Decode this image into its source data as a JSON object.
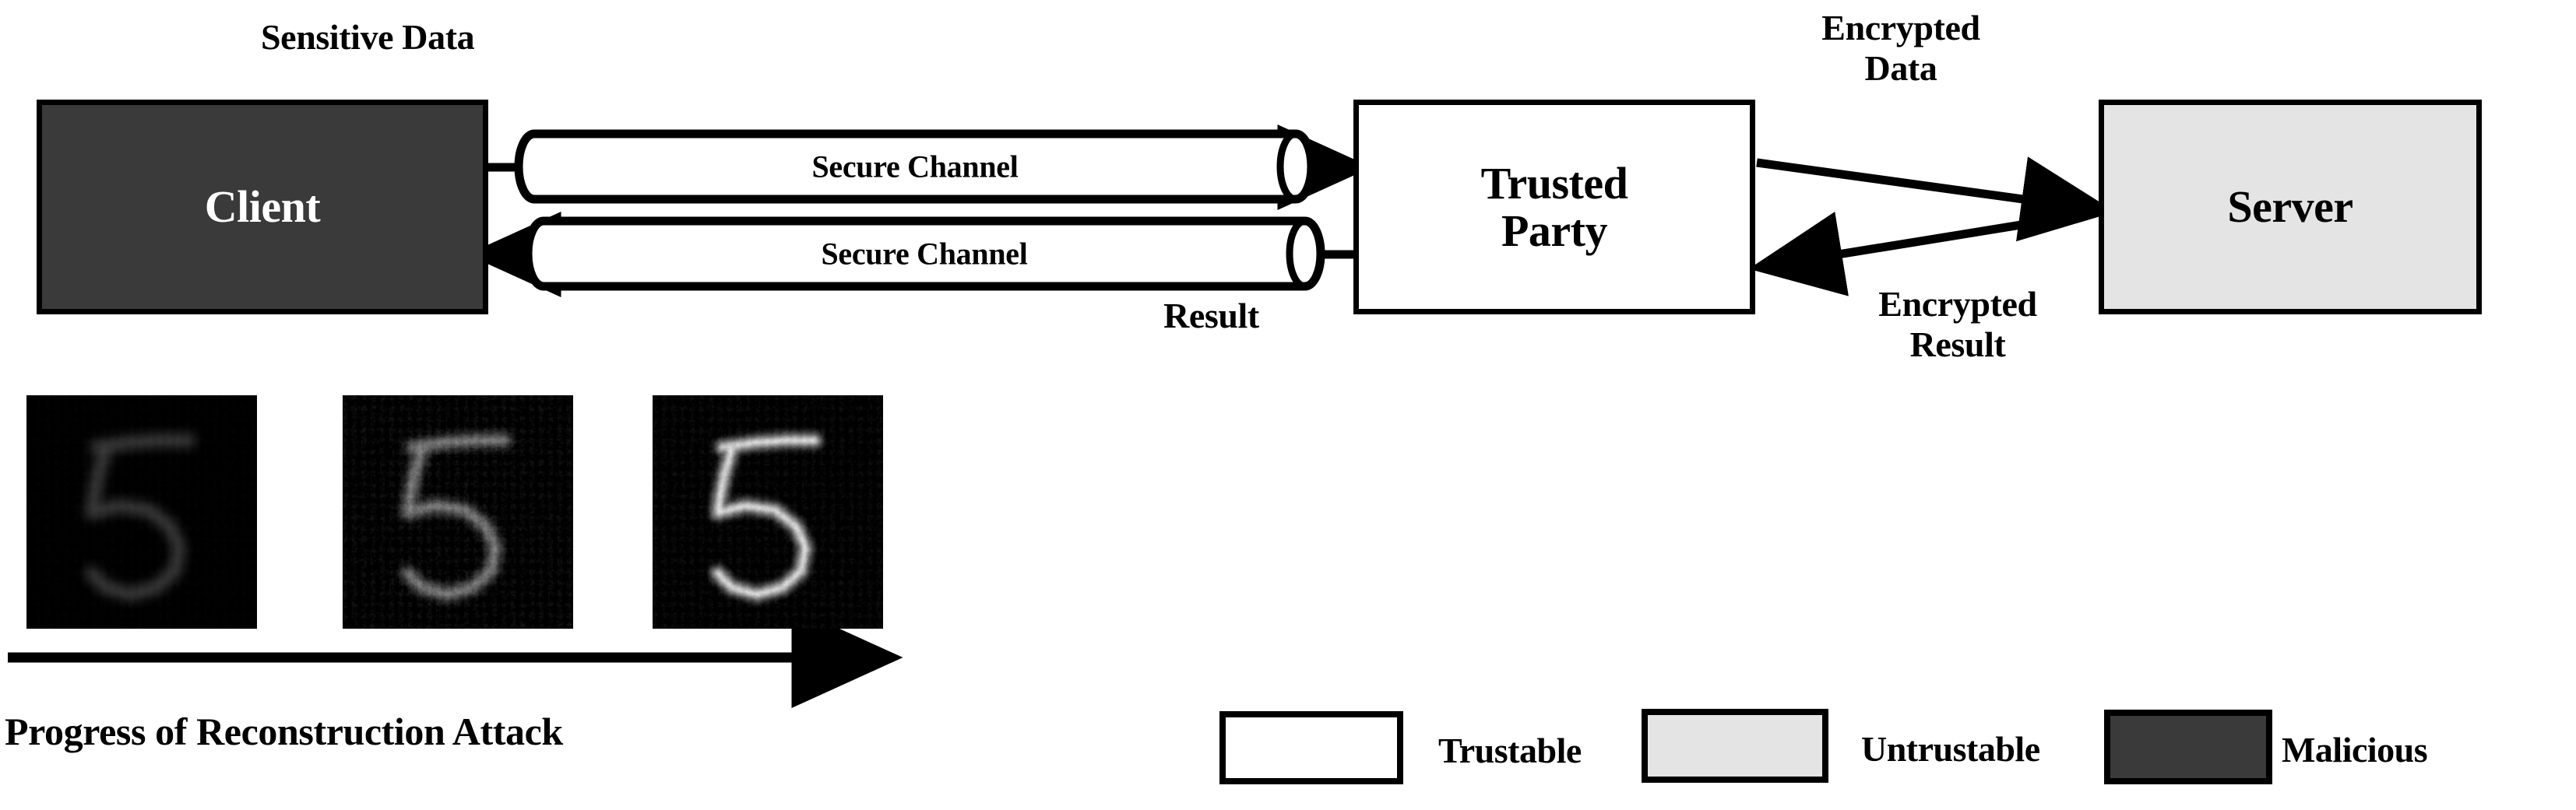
{
  "figure": {
    "title": "Secure outsourced computation with a trusted party and reconstruction attack progression",
    "background_color": "#ffffff"
  },
  "entities": [
    {
      "id": "client",
      "label": "Client",
      "fill": "#3a3a3a",
      "text_color": "#ffffff",
      "trust": "Malicious"
    },
    {
      "id": "trusted",
      "label": "Trusted\nParty",
      "fill": "#ffffff",
      "text_color": "#000000",
      "trust": "Trustable"
    },
    {
      "id": "server",
      "label": "Server",
      "fill": "#e4e4e4",
      "text_color": "#000000",
      "trust": "Untrustable"
    }
  ],
  "channels": [
    {
      "id": "channel-outbound",
      "label": "Secure Channel",
      "direction": "client-to-trusted-party",
      "annotation": "Sensitive Data"
    },
    {
      "id": "channel-inbound",
      "label": "Secure Channel",
      "direction": "trusted-party-to-client",
      "annotation": "Result"
    }
  ],
  "edge_labels": {
    "sensitive_data": "Sensitive Data",
    "result": "Result",
    "encrypted_data": "Encrypted\nData",
    "encrypted_result": "Encrypted\nResult"
  },
  "reconstruction": {
    "caption": "Progress of Reconstruction Attack",
    "arrow_direction": "left-to-right",
    "frames": [
      {
        "index": 1,
        "name": "reconstruction-stage-1",
        "description": "faint barely-visible digit",
        "brightness": 0.3,
        "noise": 0.02
      },
      {
        "index": 2,
        "name": "reconstruction-stage-2",
        "description": "partially reconstructed digit",
        "brightness": 0.62,
        "noise": 0.1
      },
      {
        "index": 3,
        "name": "reconstruction-stage-3",
        "description": "clearly reconstructed digit 5",
        "brightness": 1.0,
        "noise": 0.08
      }
    ]
  },
  "legend": {
    "items": [
      {
        "label": "Trustable",
        "fill": "#ffffff"
      },
      {
        "label": "Untrustable",
        "fill": "#e4e4e4"
      },
      {
        "label": "Malicious",
        "fill": "#3a3a3a"
      }
    ]
  }
}
